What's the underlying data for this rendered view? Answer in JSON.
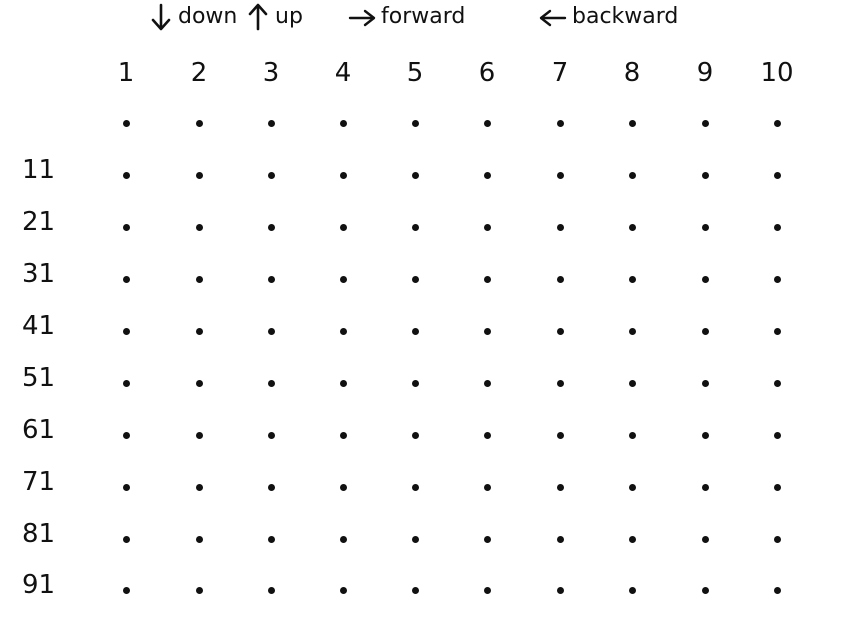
{
  "legend": [
    {
      "icon": "arrow-down-icon",
      "label": "down"
    },
    {
      "icon": "arrow-up-icon",
      "label": "up"
    },
    {
      "icon": "arrow-right-icon",
      "label": "forward"
    },
    {
      "icon": "arrow-left-icon",
      "label": "backward"
    }
  ],
  "grid": {
    "column_labels": [
      "1",
      "2",
      "3",
      "4",
      "5",
      "6",
      "7",
      "8",
      "9",
      "10"
    ],
    "row_labels": [
      "",
      "11",
      "21",
      "31",
      "41",
      "51",
      "61",
      "71",
      "81",
      "91"
    ]
  },
  "colors": {
    "ink": "#111111",
    "background": "#ffffff"
  }
}
